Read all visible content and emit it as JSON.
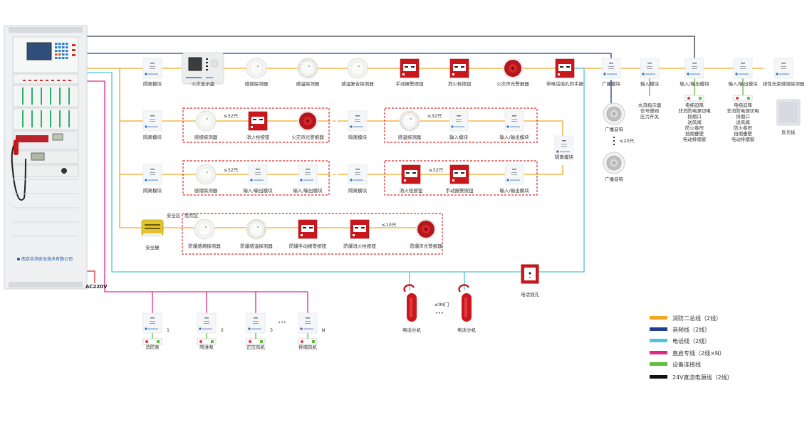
{
  "colors": {
    "bus": "#f2a623",
    "audio": "#1e3f96",
    "phone": "#4fc3dc",
    "direct": "#e0288a",
    "device": "#5cbf3a",
    "power24v": "#111111",
    "ac": "#e02a2a",
    "dashed": "#e02a2a",
    "red_device": "#c8181e"
  },
  "cabinet": {
    "company": "南京中消安全技术有限公司",
    "power_label": "AC220V"
  },
  "row1": [
    {
      "type": "module",
      "label": "隔离模块"
    },
    {
      "type": "display",
      "label": "火灾显示盘"
    },
    {
      "type": "detector",
      "label": "感烟探测器"
    },
    {
      "type": "detector-heat",
      "label": "感温探测器"
    },
    {
      "type": "detector",
      "label": "感温复合探测器"
    },
    {
      "type": "button",
      "label": "手动报警按钮"
    },
    {
      "type": "button",
      "label": "消火栓按钮"
    },
    {
      "type": "alarm",
      "label": "火灾声光警报器"
    },
    {
      "type": "button",
      "label": "带电话插孔的手报"
    },
    {
      "type": "module",
      "label": "广播模块"
    },
    {
      "type": "module",
      "label": "输入模块"
    },
    {
      "type": "module",
      "label": "输入/输出模块"
    },
    {
      "type": "module",
      "label": "输入/输出模块"
    },
    {
      "type": "module",
      "label": "线性光束感烟探测器"
    }
  ],
  "row2": {
    "start": {
      "label": "隔离模块"
    },
    "group1": {
      "limit": "≤32只",
      "items": [
        {
          "type": "detector",
          "label": "感烟探测器"
        },
        {
          "type": "button",
          "label": "消火栓按钮"
        },
        {
          "type": "alarm",
          "label": "火灾声光警报器"
        }
      ]
    },
    "mid": {
      "label": "隔离模块"
    },
    "group2": {
      "limit": "≤32只",
      "items": [
        {
          "type": "detector-heat",
          "label": "感温探测器"
        },
        {
          "type": "module",
          "label": "输入模块"
        },
        {
          "type": "module",
          "label": "输入/输出模块"
        }
      ]
    },
    "end": {
      "label": "隔离模块"
    }
  },
  "row3": {
    "start": {
      "label": "隔离模块"
    },
    "group1": {
      "limit": "≤32只",
      "items": [
        {
          "type": "detector",
          "label": "感烟探测器"
        },
        {
          "type": "module",
          "label": "输入/输出模块"
        },
        {
          "type": "module",
          "label": "输入/输出模块"
        }
      ]
    },
    "mid": {
      "label": "隔离模块"
    },
    "group2": {
      "limit": "≤32只",
      "items": [
        {
          "type": "button",
          "label": "消火栓按钮"
        },
        {
          "type": "button",
          "label": "手动报警按钮"
        },
        {
          "type": "module",
          "label": "输入/输出模块"
        }
      ]
    }
  },
  "row4": {
    "barrier": {
      "label": "安全栅"
    },
    "zone_safe": "安全区",
    "zone_hazard": "危险区",
    "limit": "≤10只",
    "items": [
      {
        "type": "detector",
        "label": "防爆感烟探测器"
      },
      {
        "type": "detector-heat",
        "label": "防爆感温探测器"
      },
      {
        "type": "button",
        "label": "防爆手动报警按钮"
      },
      {
        "type": "button",
        "label": "防爆消火栓按钮"
      },
      {
        "type": "alarm",
        "label": "防爆声光警报器"
      }
    ]
  },
  "broadcast": {
    "speaker_label": "广播音响",
    "limit": "≤20只"
  },
  "input_notes": [
    "水流指示器",
    "信号蝶阀",
    "压力开关"
  ],
  "io_notes_1": [
    "电梯迫降",
    "非消防电源切电",
    "排烟口",
    "送风阀",
    "防火卷帘",
    "挡烟垂壁",
    "电动排烟窗"
  ],
  "io_notes_2": [
    "电梯迫降",
    "非消防电源切电",
    "排烟口",
    "送风阀",
    "防火卷帘",
    "挡烟垂壁",
    "电动排烟窗"
  ],
  "reflector_label": "反光板",
  "phone": {
    "extension_label": "电话分机",
    "limit": "≤99门",
    "jack_label": "电话插孔"
  },
  "direct": [
    {
      "num": "1",
      "label": "消防泵"
    },
    {
      "num": "2",
      "label": "喷淋泵"
    },
    {
      "num": "3",
      "label": "正压风机"
    },
    {
      "num": "N",
      "label": "排烟风机"
    }
  ],
  "ellipsis": "•••",
  "legend": [
    {
      "key": "bus",
      "label": "消防二总线（2线）"
    },
    {
      "key": "audio",
      "label": "音频线（2线）"
    },
    {
      "key": "phone",
      "label": "电话线（2线）"
    },
    {
      "key": "direct",
      "label": "直启专线（2线×N）"
    },
    {
      "key": "device",
      "label": "设备连接线"
    },
    {
      "key": "power24v",
      "label": "24V直流电源线（2线）"
    }
  ]
}
